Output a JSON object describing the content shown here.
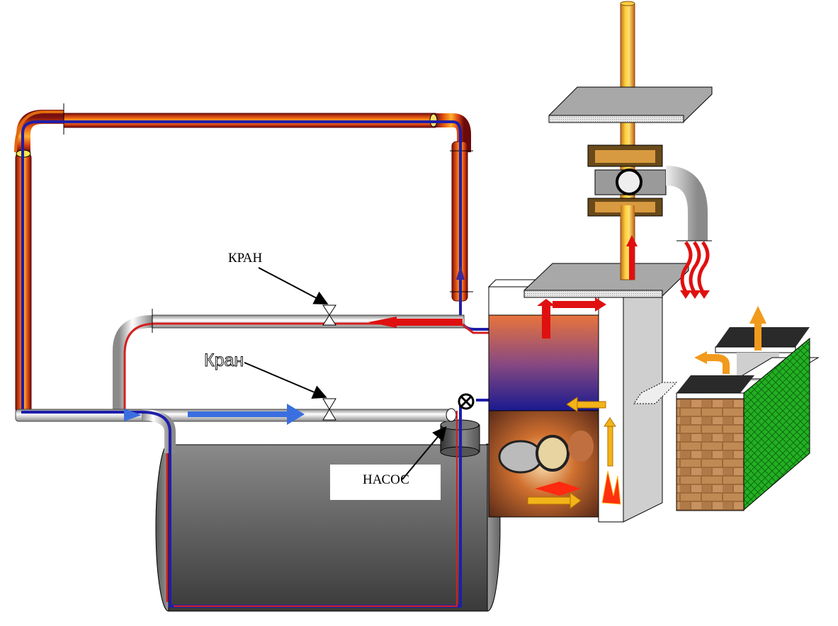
{
  "diagram": {
    "title": "",
    "labels": {
      "valve_upper": "КРАН",
      "valve_lower": "Кран",
      "pump": "НАСОС"
    },
    "components": [
      "storage-tank",
      "pump",
      "valve-upper",
      "valve-lower",
      "check-valve",
      "furnace",
      "water-jacket",
      "firebox",
      "chimney",
      "ceiling-slab",
      "roof-slab",
      "heat-exchanger-unit",
      "air-duct",
      "building-wall-section"
    ],
    "flows": {
      "hot": "#e01010",
      "cold": "#1a1ab8",
      "return_arrow": "#3b6fe0",
      "warm_air": "#f0a020",
      "exhaust": "#f29a1c"
    }
  }
}
